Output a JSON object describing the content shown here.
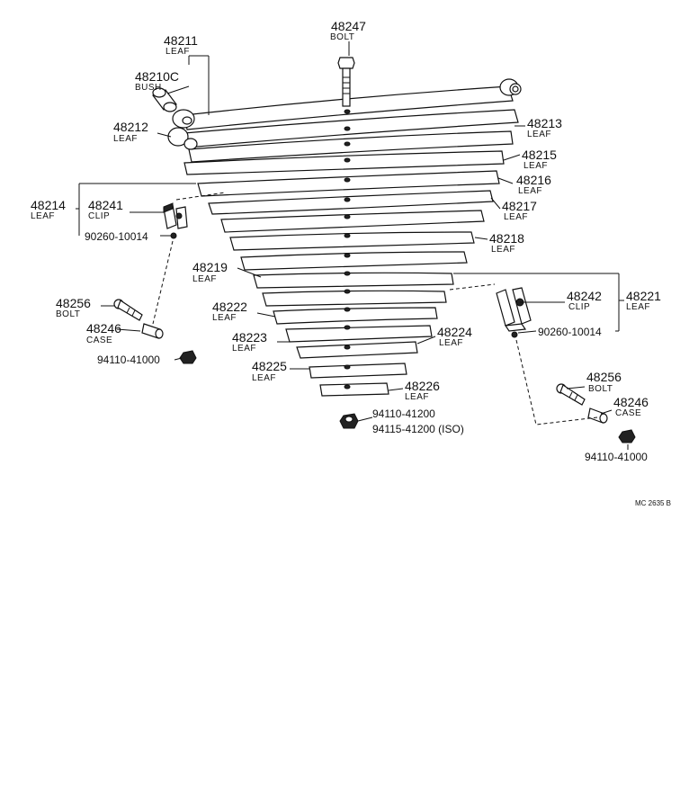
{
  "labels": {
    "p48247": {
      "pn": "48247",
      "name": "BOLT"
    },
    "p48211": {
      "pn": "48211",
      "name": "LEAF"
    },
    "p48210c": {
      "pn": "48210C",
      "name": "BUSH"
    },
    "p48212": {
      "pn": "48212",
      "name": "LEAF"
    },
    "p48213": {
      "pn": "48213",
      "name": "LEAF"
    },
    "p48215": {
      "pn": "48215",
      "name": "LEAF"
    },
    "p48216": {
      "pn": "48216",
      "name": "LEAF"
    },
    "p48217": {
      "pn": "48217",
      "name": "LEAF"
    },
    "p48218": {
      "pn": "48218",
      "name": "LEAF"
    },
    "p48214": {
      "pn": "48214",
      "name": "LEAF"
    },
    "p48241": {
      "pn": "48241",
      "name": "CLIP"
    },
    "p90260a": {
      "pn": "90260-10014"
    },
    "p48219": {
      "pn": "48219",
      "name": "LEAF"
    },
    "p48242": {
      "pn": "48242",
      "name": "CLIP"
    },
    "p48221": {
      "pn": "48221",
      "name": "LEAF"
    },
    "p90260b": {
      "pn": "90260-10014"
    },
    "p48256a": {
      "pn": "48256",
      "name": "BOLT"
    },
    "p48222": {
      "pn": "48222",
      "name": "LEAF"
    },
    "p48246a": {
      "pn": "48246",
      "name": "CASE"
    },
    "p48223": {
      "pn": "48223",
      "name": "LEAF"
    },
    "p48224": {
      "pn": "48224",
      "name": "LEAF"
    },
    "p94110a": {
      "pn": "94110-41000"
    },
    "p48225": {
      "pn": "48225",
      "name": "LEAF"
    },
    "p48226": {
      "pn": "48226",
      "name": "LEAF"
    },
    "p94110b": {
      "pn": "94110-41200"
    },
    "p94115": {
      "pn": "94115-41200 (ISO)"
    },
    "p48256b": {
      "pn": "48256",
      "name": "BOLT"
    },
    "p48246b": {
      "pn": "48246",
      "name": "CASE"
    },
    "p94110c": {
      "pn": "94110-41000"
    },
    "ref": {
      "pn": "MC 2635 B"
    }
  }
}
